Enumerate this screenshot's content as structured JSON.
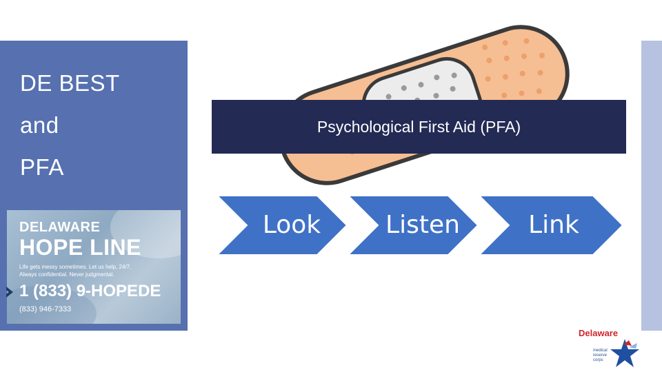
{
  "left_panel": {
    "lines": [
      "DE BEST",
      "and",
      "PFA"
    ]
  },
  "hope_card": {
    "state": "DELAWARE",
    "title": "HOPE LINE",
    "tagline_1": "Life gets messy sometimes. Let us help, 24/7.",
    "tagline_2": "Always confidential. Never judgmental.",
    "phone": "1 (833) 9-HOPEDE",
    "phone_numeric": "(833) 946-7333"
  },
  "banner": {
    "title": "Psychological First Aid (PFA)"
  },
  "steps": [
    "Look",
    "Listen",
    "Link"
  ],
  "logo": {
    "wordmark": "Delaware",
    "lines": [
      "medical",
      "reserve",
      "corps"
    ]
  },
  "colors": {
    "left_panel": "#5670b0",
    "banner": "#232a54",
    "chevron": "#3f72c6",
    "bandage": "#f6be93",
    "right_strip": "#b6c2df"
  }
}
